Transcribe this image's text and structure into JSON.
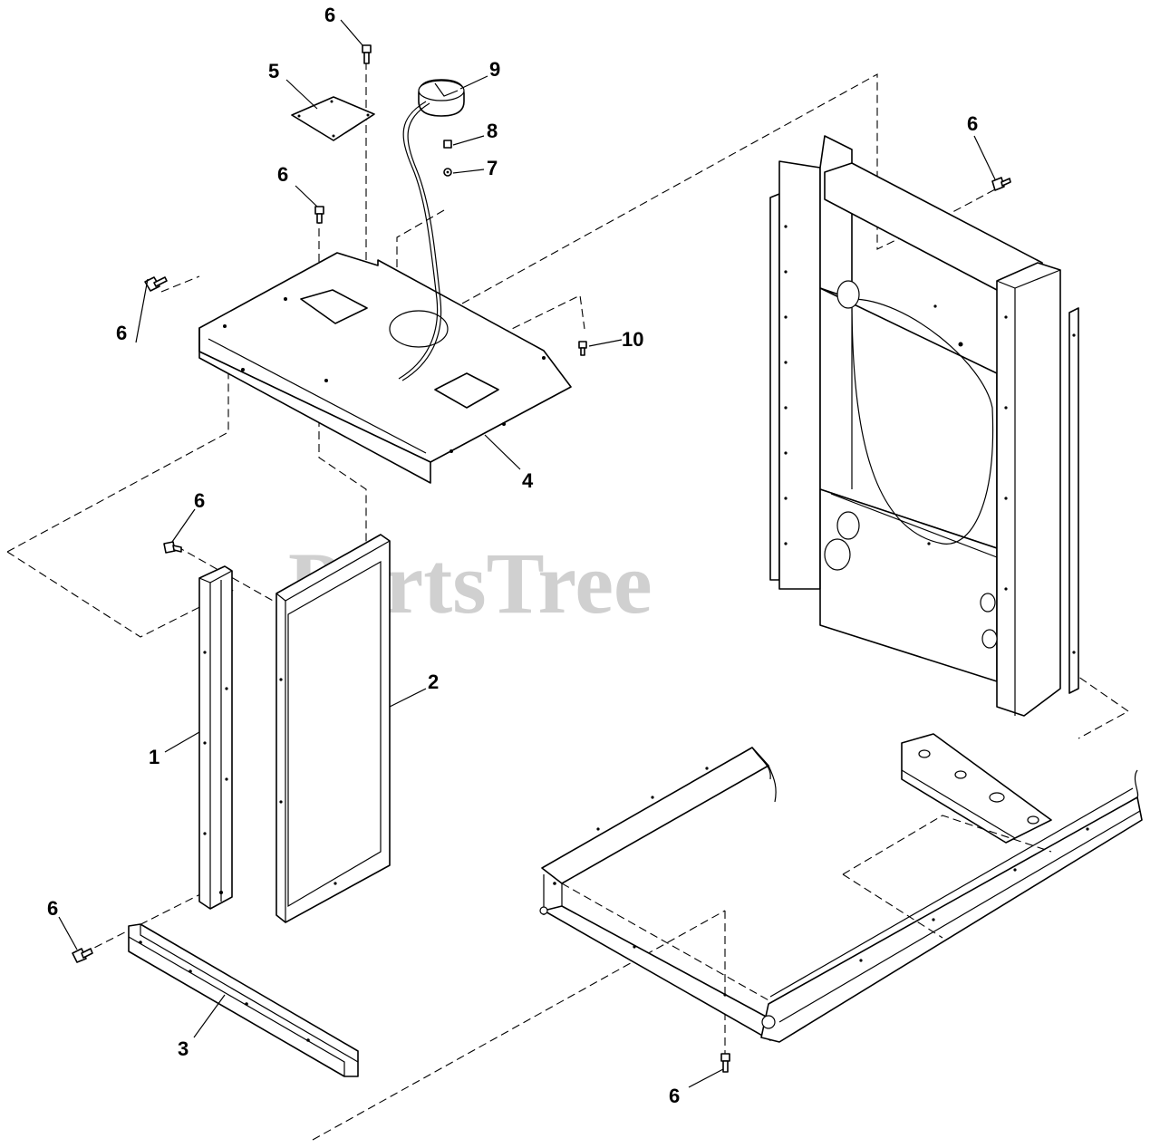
{
  "watermark": "PartsTree",
  "callouts": {
    "c1": "1",
    "c2": "2",
    "c3": "3",
    "c4": "4",
    "c5": "5",
    "c6": "6",
    "c7": "7",
    "c8": "8",
    "c9": "9",
    "c10": "10"
  }
}
